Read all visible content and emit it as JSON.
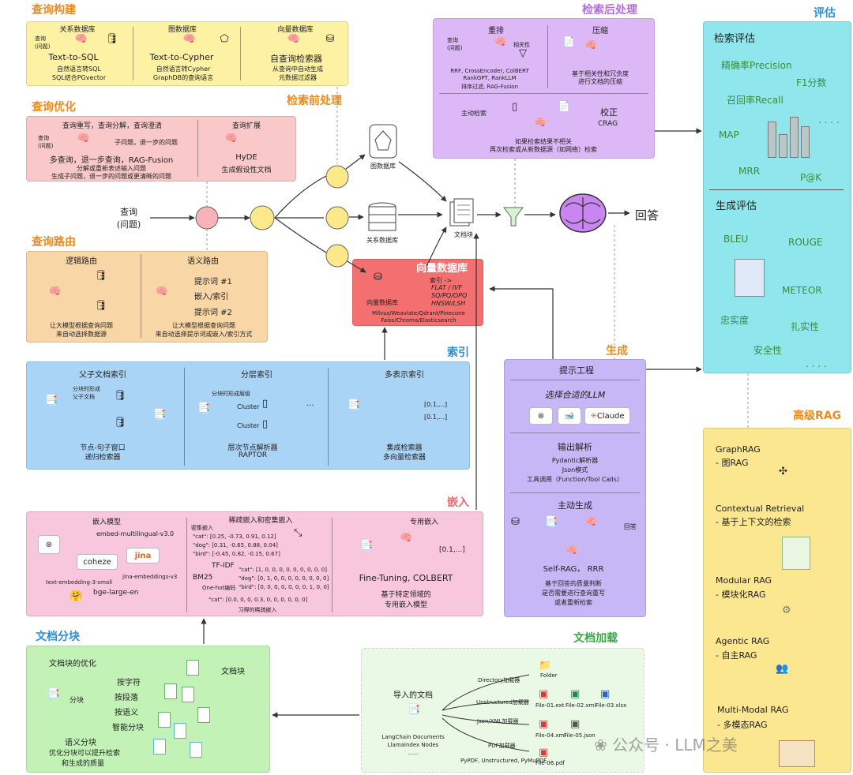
{
  "sections": {
    "query_build": "查询构建",
    "query_opt": "查询优化",
    "query_route": "查询路由",
    "pre": "检索前处理",
    "post": "检索后处理",
    "eval": "评估",
    "index": "索引",
    "gen": "生成",
    "embed": "嵌入",
    "chunk": "文档分块",
    "load": "文档加载",
    "adv": "高级RAG"
  },
  "query_build": {
    "col1": {
      "title": "关系数据库",
      "in": "查询\n(问题)",
      "name": "Text-to-SQL",
      "d1": "自然语言转SQL",
      "d2": "SQL结合PGvector"
    },
    "col2": {
      "title": "图数据库",
      "name": "Text-to-Cypher",
      "d1": "自然语言转Cypher",
      "d2": "GraphDB的查询语言"
    },
    "col3": {
      "title": "向量数据库",
      "name": "自查询检索器",
      "d1": "从查询中自动生成",
      "d2": "元数据过滤器"
    }
  },
  "query_opt": {
    "left_title": "查询重写，查询分解，查询澄清",
    "in": "查询\n(问题)",
    "sub": "子问题，退一步的问题",
    "main": "多查询，退一步查询，RAG-Fusion",
    "d1": "分解或重新表述输入问题",
    "d2": "生成子问题，退一步的问题或更清晰的问题",
    "right_title": "查询扩展",
    "hyde": "HyDE",
    "hyde_d": "生成假设性文档"
  },
  "query_route": {
    "logic": "逻辑路由",
    "logic_d1": "让大模型根据查询问题",
    "logic_d2": "来自动选择数据源",
    "sem": "语义路由",
    "p1": "提示词 #1",
    "emb": "嵌入/索引",
    "p2": "提示词 #2",
    "sem_d1": "让大模型根据查询问题",
    "sem_d2": "来自动选择提示词或嵌入/索引方式"
  },
  "center": {
    "query": "查询\n(问题)",
    "graph_db": "图数据库",
    "rel_db": "关系数据库",
    "doc_chunk": "文档块",
    "answer": "回答"
  },
  "vector_db": {
    "title": "向量数据库",
    "label": "向量数据库",
    "idx": "索引 ->",
    "l1": "FLAT / IVF",
    "l2": "SQ/PQ/OPQ",
    "l3": "HNSW/LSH",
    "vendors1": "Milvus/Weaviate/Qdrant/Pinecone",
    "vendors2": "Faiss/Chroma/Elasticsearch"
  },
  "post": {
    "rerank": "重排",
    "q": "查询\n(问题)",
    "related": "相关性",
    "r1": "RRF, CrossEncoder, ColBERT",
    "r2": "RankGPT, RankLLM",
    "r3": "排序过滤, RAG-Fusion",
    "compress": "压缩",
    "c1": "基于相关性和冗余度",
    "c2": "进行文档的压缩",
    "active": "主动检索",
    "correct": "校正",
    "crag": "CRAG",
    "a1": "如果检索结果不相关",
    "a2": "再次检索或从新数据源（如网络）检索"
  },
  "eval": {
    "ret": "检索评估",
    "precision": "精确率Precision",
    "f1": "F1分数",
    "recall": "召回率Recall",
    "dots1": ". . . .",
    "map": "MAP",
    "mrr": "MRR",
    "pk": "P@K",
    "gen": "生成评估",
    "bleu": "BLEU",
    "rouge": "ROUGE",
    "meteor": "METEOR",
    "faith": "忠实度",
    "solid": "扎实性",
    "safe": "安全性",
    "dots2": ". . . ."
  },
  "index": {
    "pc": "父子文档索引",
    "pc_small": "分块时形成\n父子文档",
    "pc_d1": "节点-句子窗口",
    "pc_d2": "递归检索器",
    "hier": "分层索引",
    "hier_small": "分块时形成层级",
    "cluster": "Cluster",
    "dots": "...",
    "hier_d1": "层次节点解析器",
    "hier_d2": "RAPTOR",
    "multi": "多表示索引",
    "v1": "[0.1,...]",
    "v2": "[0.1,...]",
    "multi_d1": "集成检索器",
    "multi_d2": "多向量检索器"
  },
  "gen": {
    "prompt": "提示工程",
    "llm": "选择合适的LLM",
    "claude": "Claude",
    "parse": "输出解析",
    "p1": "Pydantic解析器",
    "p2": "Json模式",
    "p3": "工具调用（Function/Tool Calls）",
    "active": "主动生成",
    "ans": "回答",
    "self": "Self-RAG，  RRR",
    "d1": "基于回答的质量判断",
    "d2": "是否需要进行查询重写",
    "d3": "或者重新检索"
  },
  "embed": {
    "model": "嵌入模型",
    "m1": "embed-multilingual-v3.0",
    "cohere": "coheze",
    "jina": "jina",
    "m2": "text-embedding-3-small",
    "m3": "jina-embeddings-v3",
    "m4": "bge-large-en",
    "sparse": "稀疏嵌入和密集嵌入",
    "dense": "密集嵌入",
    "cat": "\"cat\": [0.25, -0.73, 0.91, 0.12]",
    "dog": "\"dog\": [0.31, -0.65, 0.88, 0.04]",
    "bird": "\"bird\": [-0.45, 0.82, -0.15, 0.67]",
    "tfidf": "TF-IDF",
    "bm25": "BM25",
    "onehot": "One-hot编码",
    "oh_cat": "\"cat\": [1, 0, 0, 0, 0, 0, 0, 0, 0, 0]",
    "oh_dog": "\"dog\": [0, 1, 0, 0, 0, 0, 0, 0, 0, 0]",
    "oh_bird": "\"bird\": [0, 0, 0, 0, 0, 0, 0, 1, 0, 0]",
    "learned": "\"cat\": [0.0, 0, 0, 0.3, 0, 0, 0, 0, 0, 0]",
    "learned_l": "习得的稀疏嵌入",
    "special": "专用嵌入",
    "vec": "[0.1,...]",
    "ft": "Fine-Tuning, COLBERT",
    "ft_d1": "基于特定领域的",
    "ft_d2": "专用嵌入模型"
  },
  "chunk": {
    "opt": "文档块的优化",
    "split": "分块",
    "by_char": "按字符",
    "by_para": "按段落",
    "by_sem": "按语义",
    "smart": "智能分块",
    "blocks": "文档块",
    "sem_t": "语义分块",
    "sem_d1": "优化分块可以提升检索",
    "sem_d2": "和生成的质量"
  },
  "load": {
    "imported": "导入的文档",
    "src1": "LangChain Documents",
    "src2": "LlamaIndex Nodes",
    "src3": "......",
    "dir": "Directory加载器",
    "unstr": "Unstructured加载器",
    "json": "Json/XML加载器",
    "pdf": "PDF加载器",
    "pdf_libs": "PyPDF, Unstructured, PyMuPDF ...",
    "folder": "Folder",
    "f1": "File-01.ext",
    "f2": "File-02.xml",
    "f3": "File-03.xlsx",
    "f4": "File-04.xml",
    "f5": "File-05.json",
    "f6": "File-06.pdf"
  },
  "adv": {
    "g1": "GraphRAG",
    "g2": "- 图RAG",
    "c1": "Contextual Retrieval",
    "c2": "- 基于上下文的检索",
    "m1": "Modular RAG",
    "m2": "- 模块化RAG",
    "a1": "Agentic RAG",
    "a2": "- 自主RAG",
    "mm1": "Multi-Modal RAG",
    "mm2": "- 多模态RAG"
  },
  "watermark": "公众号 · LLM之美",
  "colors": {
    "yellow": "#fdf1a3",
    "pink": "#f9c8c8",
    "orange": "#f9d6a6",
    "purple": "#dcb8f6",
    "cyan": "#8fe6ec",
    "blue": "#aad4f6",
    "rose": "#f8c6dd",
    "green": "#c3f2b6",
    "lightgreen": "#eaf8e6",
    "lavender": "#c8b7f6",
    "gold": "#fbe790",
    "red": "#f46f6f",
    "heading_orange": "#ef8a1c",
    "heading_blue": "#2a8fd8",
    "heading_green": "#3aa84a"
  }
}
